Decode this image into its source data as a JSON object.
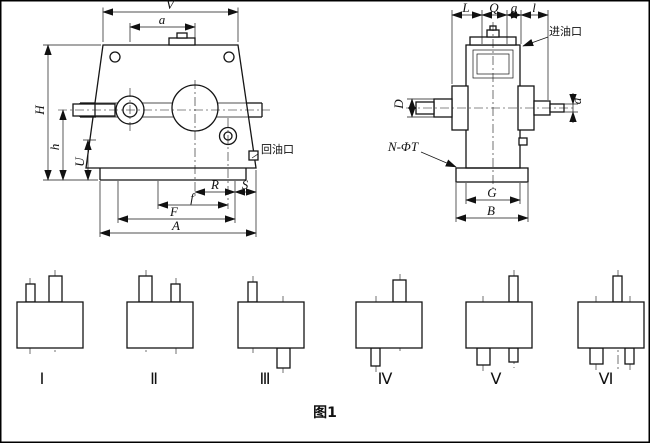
{
  "figure": {
    "caption": "图1"
  },
  "front_view": {
    "dim_labels": {
      "V": "V",
      "a": "a",
      "H": "H",
      "h": "h",
      "U": "U",
      "R": "R",
      "S": "S",
      "f": "f",
      "F": "F",
      "A": "A"
    },
    "annotations": {
      "oil_return_port": "回油口"
    }
  },
  "side_view": {
    "dim_labels": {
      "L": "L",
      "Q": "Q",
      "g": "g",
      "l": "l",
      "D": "D",
      "d": "d",
      "G": "G",
      "B": "B"
    },
    "annotations": {
      "oil_inlet_port": "进油口",
      "bolt_holes": "N-ΦT"
    }
  },
  "variants": {
    "labels": [
      "Ⅰ",
      "Ⅱ",
      "Ⅲ",
      "Ⅳ",
      "Ⅴ",
      "Ⅵ"
    ]
  }
}
